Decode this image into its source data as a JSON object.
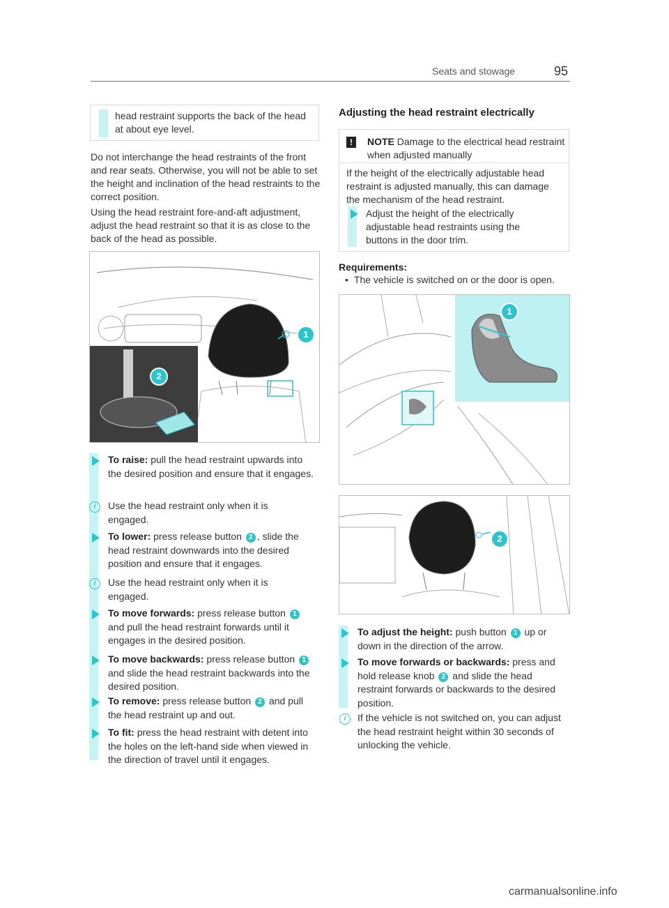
{
  "header": {
    "title": "Seats and stowage",
    "page_number": "95"
  },
  "left": {
    "intro_box": "head restraint supports the back of the head at about eye level.",
    "paragraph1": "Do not interchange the head restraints of the front and rear seats. Otherwise, you will not be able to set the height and inclination of the head restraints to the correct position.",
    "paragraph2": "Using the head restraint fore-and-aft adjustment, adjust the head restraint so that it is as close to the back of the head as possible.",
    "figure_callouts": [
      "1",
      "2"
    ],
    "steps": [
      {
        "title": "To raise:",
        "text": " pull the head restraint upwards into the desired position and ensure that it engages."
      },
      {
        "title": "To lower:",
        "text_before": " press release button ",
        "badge": "2",
        "text_after": ", slide the head restraint downwards into the desired position and ensure that it engages."
      },
      {
        "title": "To move forwards:",
        "text_before": " press release button ",
        "badge": "1",
        "text_after": " and pull the head restraint forwards until it engages in the desired position."
      },
      {
        "title": "To move backwards:",
        "text_before": " press release button ",
        "badge": "1",
        "text_after": " and slide the head restraint backwards into the desired position."
      },
      {
        "title": "To remove:",
        "text_before": " press release button ",
        "badge": "2",
        "text_after": " and pull the head restraint up and out."
      },
      {
        "title": "To fit:",
        "text": " press the head restraint with detent into the holes on the left-hand side when viewed in the direction of travel until it engages."
      }
    ],
    "info1": "Use the head restraint only when it is engaged.",
    "info2": "Use the head restraint only when it is engaged."
  },
  "right": {
    "section_title": "Adjusting the head restraint electrically",
    "notice": {
      "icon": "!",
      "label": "NOTE",
      "text": "Damage to the electrical head restraint when adjusted manually",
      "body": "If the height of the electrically adjustable head restraint is adjusted manually, this can damage the mechanism of the head restraint.",
      "action": "Adjust the height of the electrically adjustable head restraints using the buttons in the door trim."
    },
    "requirements_title": "Requirements:",
    "requirements": [
      "The vehicle is switched on or the door is open."
    ],
    "figure1_callout": "1",
    "figure2_callout": "2",
    "steps": [
      {
        "title": "To adjust the height:",
        "text_before": " push button ",
        "badge": "1",
        "text_after": " up or down in the direction of the arrow."
      },
      {
        "title": "To move forwards or backwards:",
        "text_before": " press and hold release knob ",
        "badge": "2",
        "text_after": " and slide the head restraint forwards or backwards to the desired position."
      }
    ],
    "info": "If the vehicle is not switched on, you can adjust the head restraint height within 30 seconds of unlocking the vehicle."
  },
  "footer": {
    "link": "carmanualsonline.info"
  },
  "colors": {
    "accent": "#2ec4cc",
    "highlight_bar": "#c7f3f3"
  }
}
